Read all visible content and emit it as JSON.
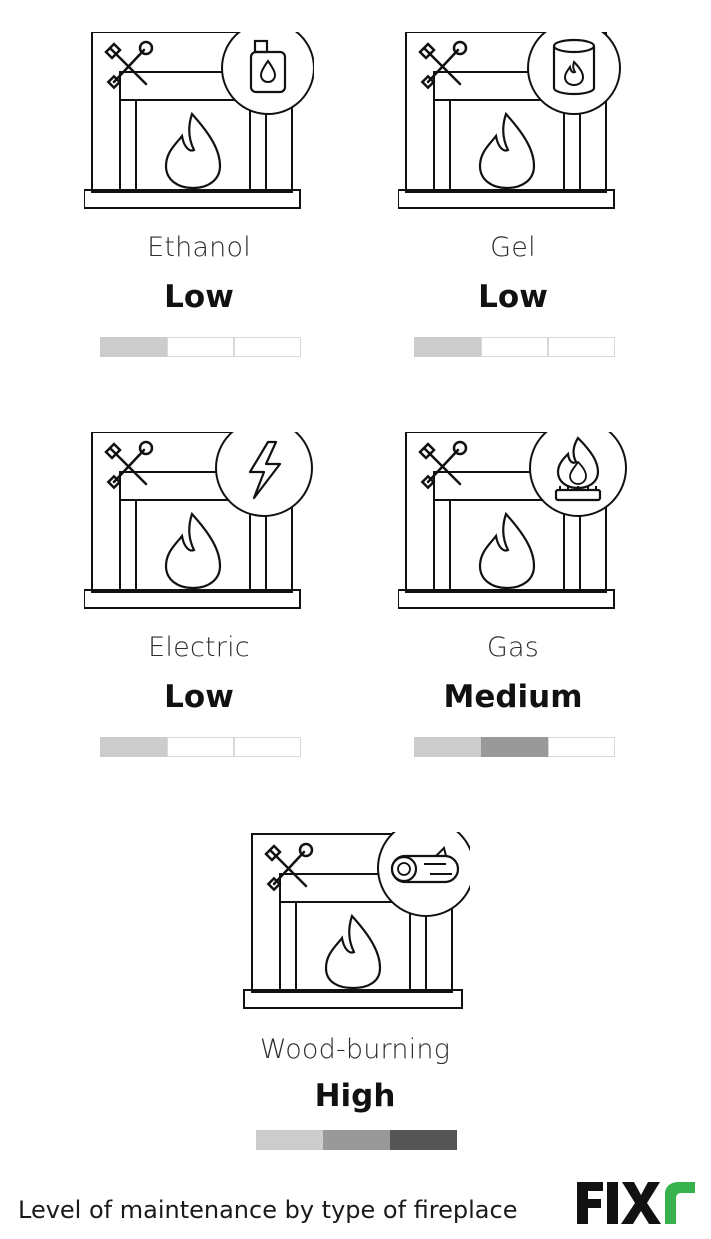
{
  "fireplaces": [
    {
      "name": "Ethanol",
      "level": "Low",
      "level_fraction": 0.3333,
      "icon": "fuel-jug-icon"
    },
    {
      "name": "Gel",
      "level": "Low",
      "level_fraction": 0.3333,
      "icon": "gel-can-icon"
    },
    {
      "name": "Electric",
      "level": "Low",
      "level_fraction": 0.3333,
      "icon": "lightning-bolt-icon"
    },
    {
      "name": "Gas",
      "level": "Medium",
      "level_fraction": 0.6667,
      "icon": "gas-burner-flame-icon"
    },
    {
      "name": "Wood-burning",
      "level": "High",
      "level_fraction": 1.0,
      "icon": "firewood-log-icon"
    }
  ],
  "meter_colors": [
    "#cccccc",
    "#999999",
    "#555555"
  ],
  "caption": "Level of maintenance by type of fireplace",
  "brand": {
    "name": "FIXR",
    "accent": "#37b24d"
  }
}
